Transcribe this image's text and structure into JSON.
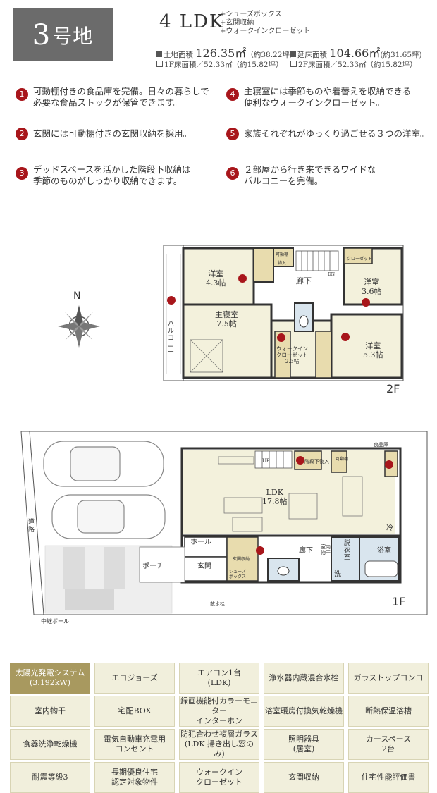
{
  "header": {
    "lot_number": "3",
    "lot_suffix": "号地",
    "layout": "4 LDK",
    "extras": [
      "+シューズボックス",
      "+玄関収納",
      "+ウォークインクローゼット"
    ],
    "land_area_label": "土地面積",
    "land_area": "126.35㎡",
    "land_area_tsubo": "（約38.22坪）",
    "floor_area_label": "延床面積",
    "floor_area": "104.66㎡",
    "floor_area_tsubo": "(約31.65坪)",
    "first_floor": "1F床面積／52.33㎡（約15.82坪）",
    "second_floor": "2F床面積／52.33㎡（約15.82坪）"
  },
  "features": [
    {
      "num": "1",
      "lines": [
        "可動棚付きの食品庫を完備。日々の暮らしで",
        "必要な食品ストックが保管できます。"
      ]
    },
    {
      "num": "2",
      "lines": [
        "玄関には可動棚付きの玄関収納を採用。"
      ]
    },
    {
      "num": "3",
      "lines": [
        "デッドスペースを活かした階段下収納は",
        "季節のものがしっかり収納できます。"
      ]
    },
    {
      "num": "4",
      "lines": [
        "主寝室には季節ものや着替えを収納できる",
        "便利なウォークインクローゼット。"
      ]
    },
    {
      "num": "5",
      "lines": [
        "家族それぞれがゆっくり過ごせる３つの洋室。"
      ]
    },
    {
      "num": "6",
      "lines": [
        "２部屋から行き来できるワイドな",
        "バルコニーを完備。"
      ]
    }
  ],
  "floor2": {
    "label": "2F",
    "rooms": {
      "west": [
        "洋室",
        "4.3帖"
      ],
      "ne": [
        "洋室",
        "3.6帖"
      ],
      "master": [
        "主寝室",
        "7.5帖"
      ],
      "se": [
        "洋室",
        "5.3帖"
      ],
      "hall": "廊下",
      "wic": [
        "ウォークイン",
        "クローゼット",
        "2.3帖"
      ],
      "balcony": "バルコニー",
      "kado": "可動棚",
      "monoire": "物入",
      "closet": "クローゼット",
      "closet_v": "クローゼット",
      "dn": "DN"
    }
  },
  "floor1": {
    "label": "1F",
    "rooms": {
      "ldk": [
        "LDK",
        "17.8帖"
      ],
      "hall": "ホール",
      "genkan": "玄関",
      "porch": "ポーチ",
      "corridor": "廊下",
      "toilet_store": [
        "室内",
        "物干"
      ],
      "datsui": "脱衣室",
      "wash": "洗",
      "bath": "浴室",
      "fridge": "冷",
      "up": "UP",
      "pantry": "食品庫",
      "kado": "可動棚",
      "stair_store": "階段下物入",
      "shoes": [
        "シューズ",
        "ボックス"
      ],
      "genkan_store": "玄関収納",
      "road": [
        "道",
        "路"
      ],
      "pole": "中継ボール",
      "sprinkler": "散水栓"
    }
  },
  "compass": "N",
  "equipment": [
    {
      "label": [
        "太陽光発電システム",
        "(3.192kW)"
      ],
      "highlight": true
    },
    {
      "label": [
        "エコジョーズ"
      ]
    },
    {
      "label": [
        "エアコン1台",
        "(LDK)"
      ]
    },
    {
      "label": [
        "浄水器内蔵混合水栓"
      ]
    },
    {
      "label": [
        "ガラストップコンロ"
      ]
    },
    {
      "label": [
        "室内物干"
      ]
    },
    {
      "label": [
        "宅配BOX"
      ]
    },
    {
      "label": [
        "録画機能付カラーモニター",
        "インターホン"
      ]
    },
    {
      "label": [
        "浴室暖房付換気乾燥機"
      ]
    },
    {
      "label": [
        "断熱保温浴槽"
      ]
    },
    {
      "label": [
        "食器洗浄乾燥機"
      ]
    },
    {
      "label": [
        "電気自動車充電用",
        "コンセント"
      ]
    },
    {
      "label": [
        "防犯合わせ複層ガラス",
        "(LDK 掃き出し窓のみ)"
      ]
    },
    {
      "label": [
        "照明器具",
        "(居室)"
      ]
    },
    {
      "label": [
        "カースペース",
        "2台"
      ]
    },
    {
      "label": [
        "耐震等級3"
      ]
    },
    {
      "label": [
        "長期優良住宅",
        "認定対象物件"
      ]
    },
    {
      "label": [
        "ウォークイン",
        "クローゼット"
      ]
    },
    {
      "label": [
        "玄関収納"
      ]
    },
    {
      "label": [
        "住宅性能評価書"
      ]
    }
  ]
}
